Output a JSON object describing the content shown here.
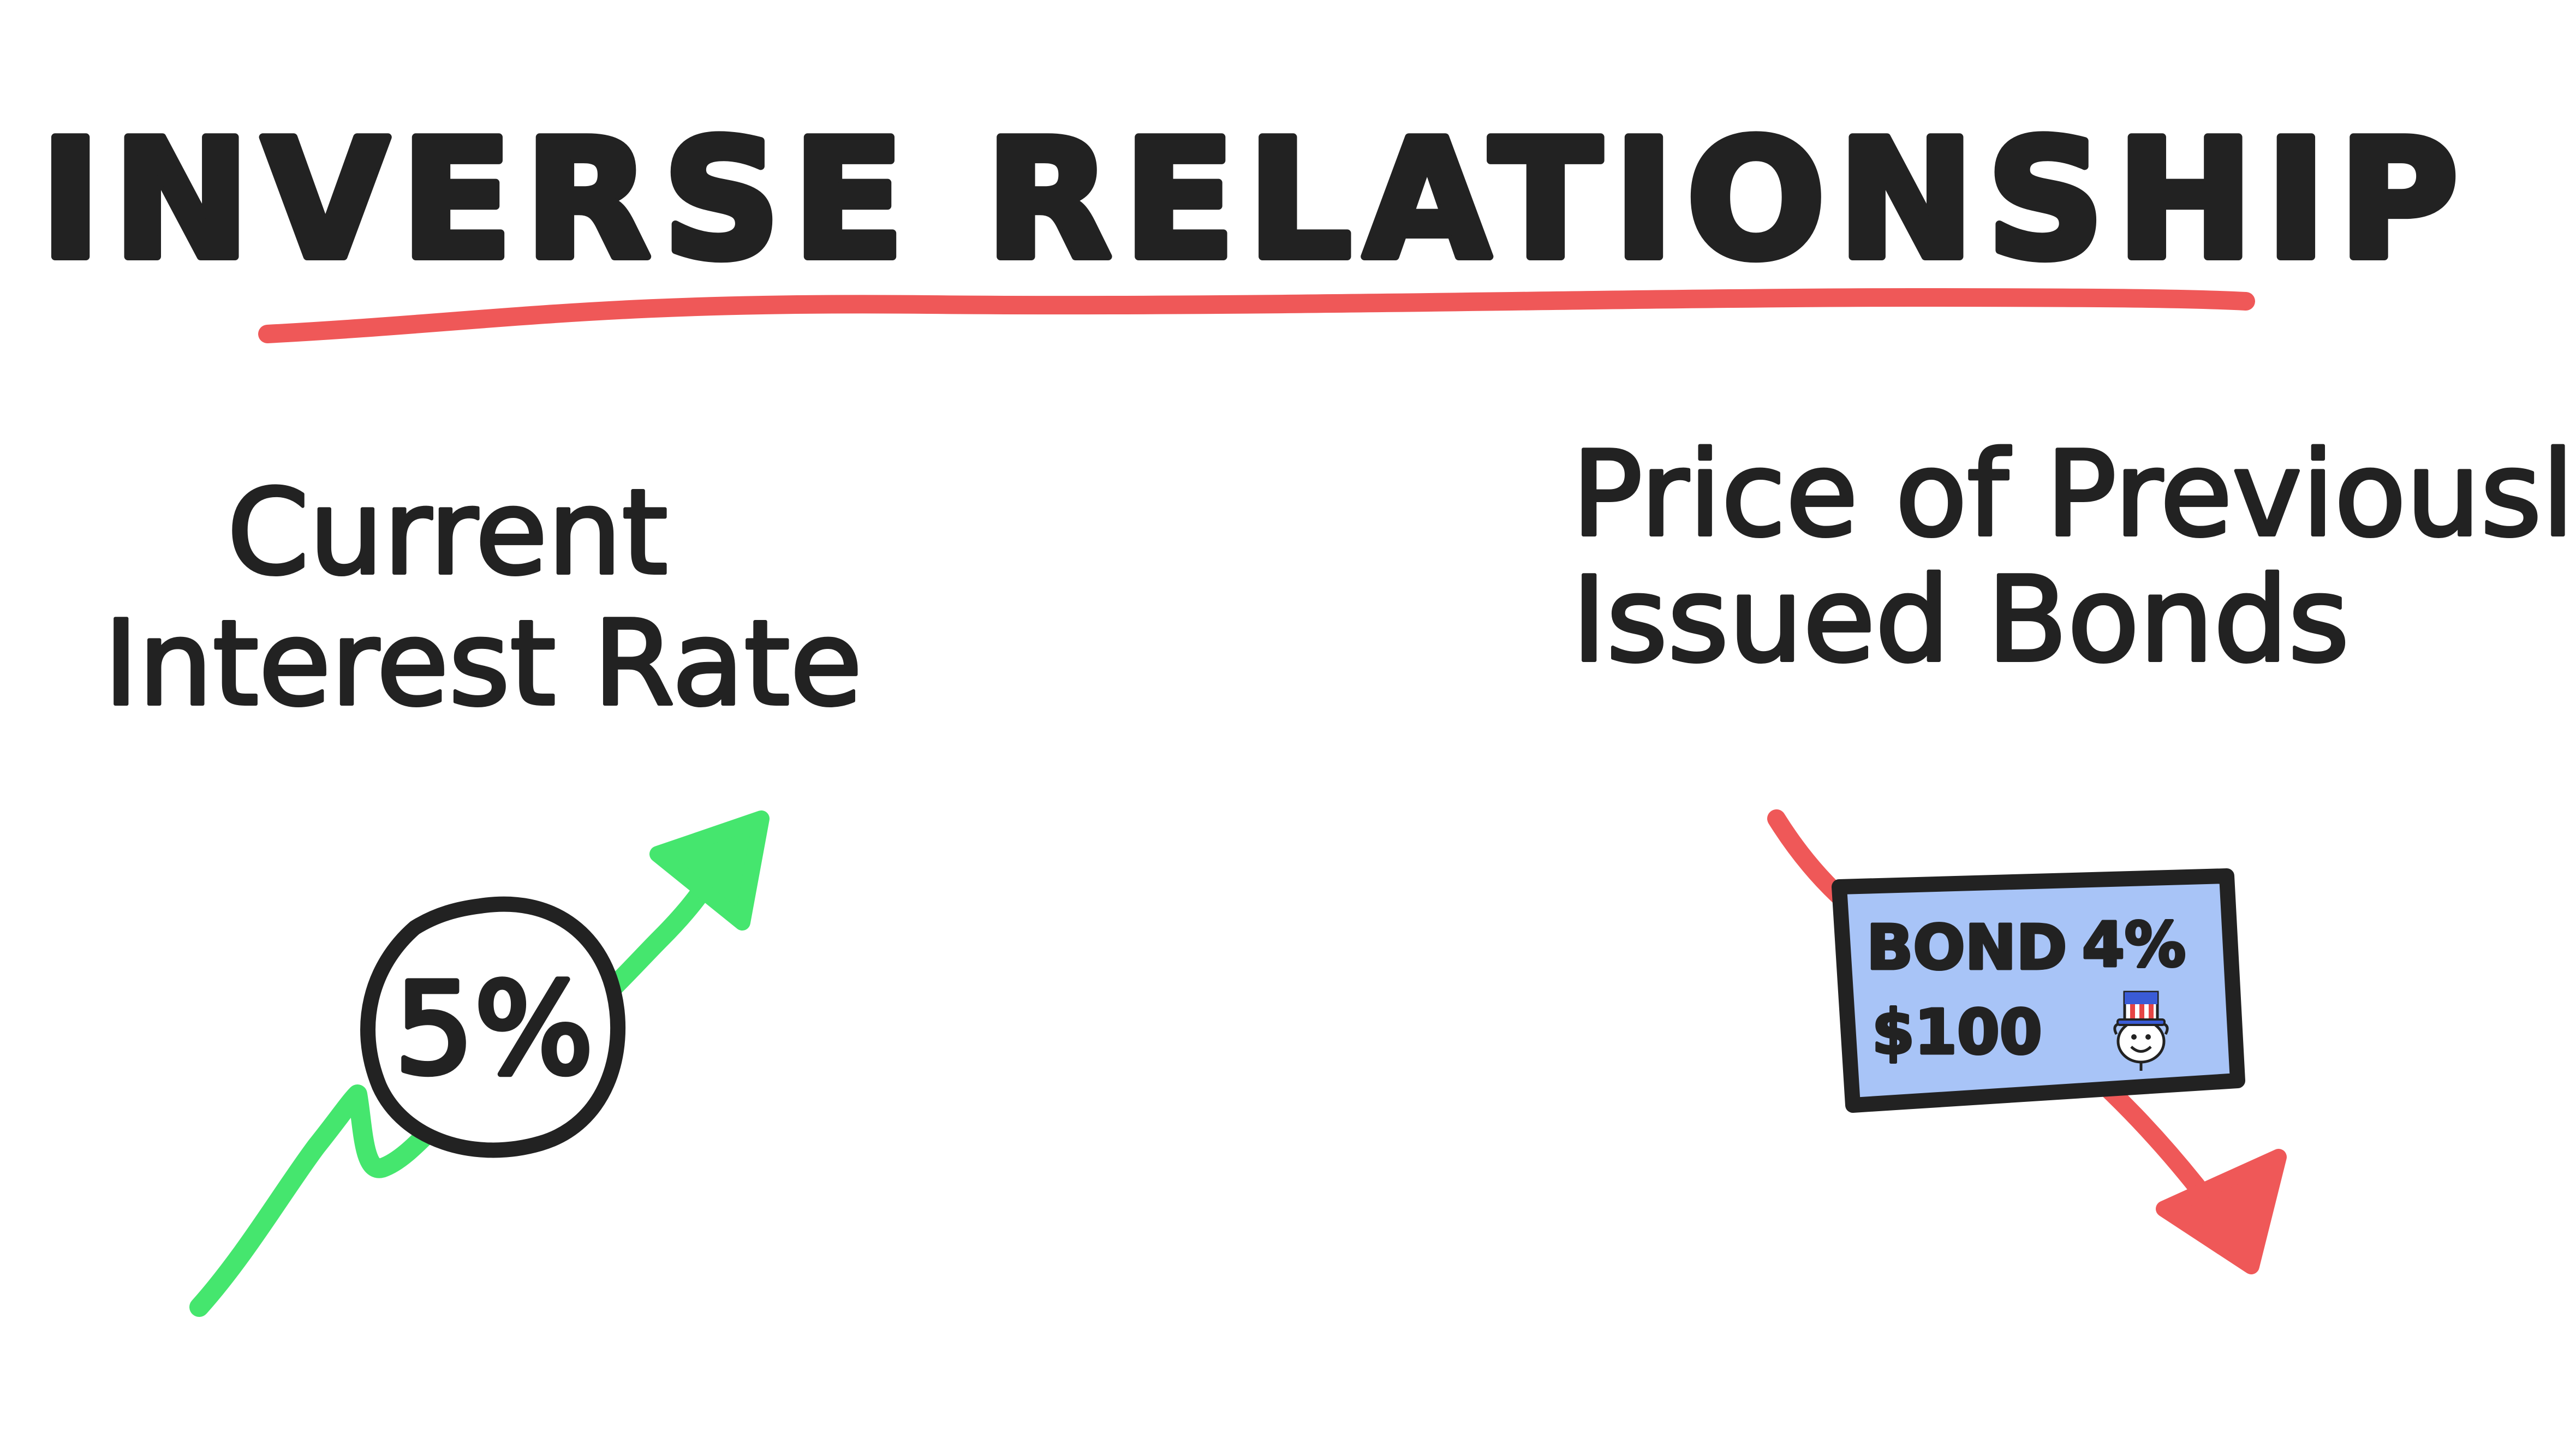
{
  "title": "INVERSE RELATIONSHIP",
  "left": {
    "label_line1": "Current",
    "label_line2": "Interest Rate",
    "rate_badge": "5%",
    "trend": "up"
  },
  "right": {
    "label_line1": "Price of Previously",
    "label_line2": "Issued Bonds",
    "bond": {
      "word": "BOND",
      "coupon": "4%",
      "price": "$100",
      "icon": "uncle-sam-icon"
    },
    "trend": "down"
  },
  "colors": {
    "ink": "#222222",
    "underline": "#ef5858",
    "up_arrow": "#45e66e",
    "down_arrow": "#ef5858",
    "bond_fill": "#a8c4f7",
    "hat_blue": "#3a5bd6",
    "hat_red": "#e64545"
  }
}
